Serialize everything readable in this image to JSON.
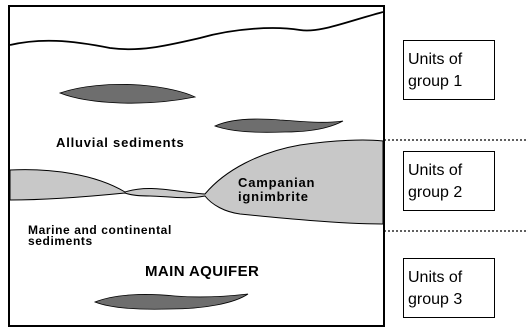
{
  "diagram": {
    "layers": {
      "alluvial": "Alluvial sediments",
      "campanian": "Campanian\nignimbrite",
      "marine": "Marine and continental\nsediments",
      "aquifer": "MAIN AQUIFER"
    },
    "groups": [
      {
        "label": "Units of\ngroup 1"
      },
      {
        "label": "Units of\ngroup 2"
      },
      {
        "label": "Units of\ngroup 3"
      }
    ],
    "colors": {
      "ignimbrite_fill": "#c8c8c8",
      "lens_fill": "#6e6e6e",
      "outline": "#000000",
      "background": "#ffffff"
    }
  }
}
